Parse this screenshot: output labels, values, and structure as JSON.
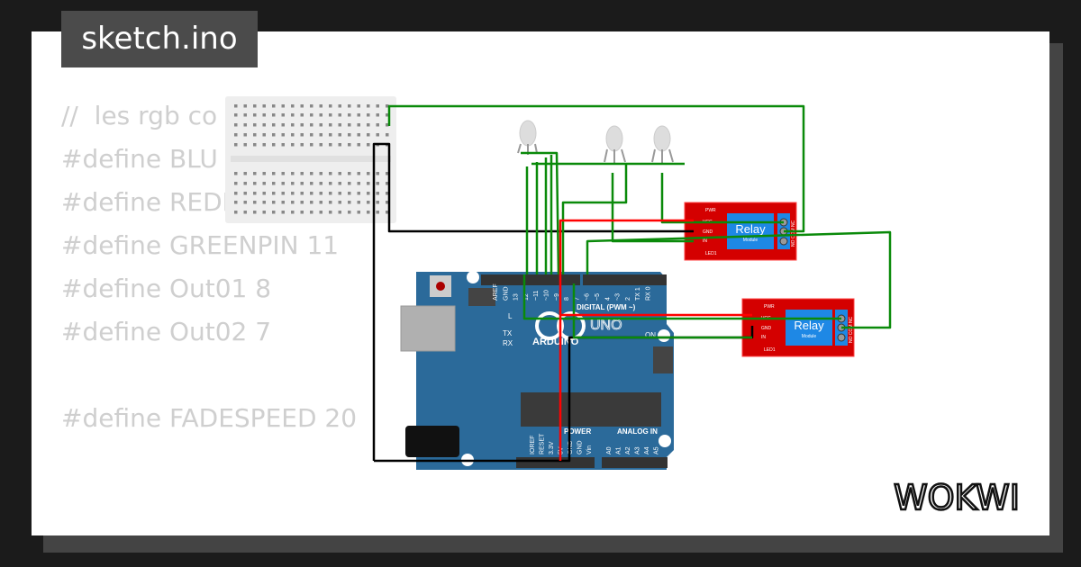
{
  "title": "sketch.ino",
  "code_lines": [
    "//  les rgb co",
    "",
    "#define BLU",
    "#define REDPIN 10",
    "#define GREENPIN 11",
    "#define Out01 8",
    "#define Out02 7",
    "",
    "#define FADESPEED 20"
  ],
  "logo": "WOKWI",
  "arduino": {
    "brand": "ARDUINO",
    "model": "UNO",
    "digital_label": "DIGITAL (PWM ~)",
    "power_label": "POWER",
    "analog_label": "ANALOG IN",
    "on_label": "ON",
    "l_label": "L",
    "tx_label": "TX",
    "rx_label": "RX",
    "digital_pins": [
      "AREF",
      "GND",
      "13",
      "12",
      "~11",
      "~10",
      "~9",
      "8",
      "7",
      "~6",
      "~5",
      "4",
      "~3",
      "2",
      "TX 1",
      "RX 0"
    ],
    "power_pins": [
      "IOREF",
      "RESET",
      "3.3V",
      "5V",
      "GND",
      "GND",
      "Vin"
    ],
    "analog_pins": [
      "A0",
      "A1",
      "A2",
      "A3",
      "A4",
      "A5"
    ],
    "color": "#2b6a9a"
  },
  "relays": [
    {
      "title": "Relay",
      "subtitle": "Module",
      "pins": [
        "VCC",
        "GND",
        "IN"
      ],
      "leds": [
        "PWR",
        "LED1"
      ],
      "terminals": "NO COM NC"
    },
    {
      "title": "Relay",
      "subtitle": "Module",
      "pins": [
        "VCC",
        "GND",
        "IN"
      ],
      "leds": [
        "PWR",
        "LED1"
      ],
      "terminals": "NO COM NC"
    }
  ],
  "colors": {
    "wire_green": "#0a8a0a",
    "wire_red": "#ff0000",
    "wire_black": "#000000",
    "relay_red": "#d40000",
    "relay_blue": "#1e88e5"
  }
}
